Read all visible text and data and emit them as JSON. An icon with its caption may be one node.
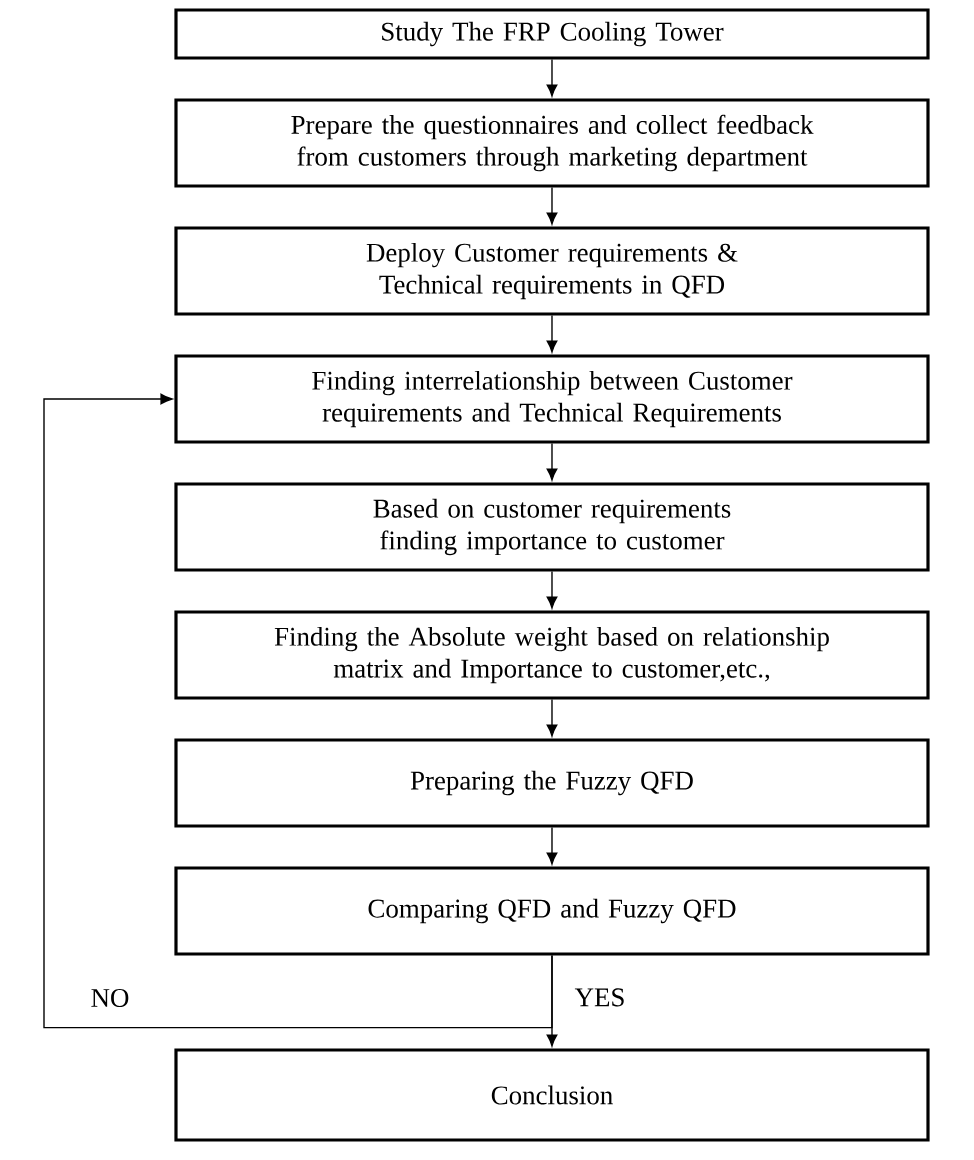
{
  "diagram": {
    "nodes": [
      {
        "text": [
          "Study The FRP Cooling Tower"
        ]
      },
      {
        "text": [
          "Prepare the questionnaires and collect feedback from customers through marketing department"
        ]
      },
      {
        "text": [
          "Deploy Customer requirements & Technical requirements in QFD"
        ]
      },
      {
        "text": [
          "Finding interrelationship between Customer requirements and Technical Requirements"
        ]
      },
      {
        "text": [
          "Based on customer requirements finding importance to customer"
        ]
      },
      {
        "text": [
          "Finding the Absolute weight based on relationship matrix and Importance to customer,etc.,"
        ]
      },
      {
        "text": [
          "Preparing  the Fuzzy QFD"
        ]
      },
      {
        "text": [
          "Comparing QFD and Fuzzy QFD"
        ]
      },
      {
        "text": [
          "Conclusion"
        ]
      }
    ],
    "edges": [
      {
        "from": 0,
        "to": 1,
        "arrow": "to"
      },
      {
        "from": 1,
        "to": 2,
        "arrow": "to"
      },
      {
        "from": 2,
        "to": 3,
        "arrow": "to"
      },
      {
        "from": 3,
        "to": 4,
        "arrow": "to"
      },
      {
        "from": 4,
        "to": 5,
        "arrow": "to"
      },
      {
        "from": 5,
        "to": 6,
        "arrow": "to"
      },
      {
        "from": 6,
        "to": 7,
        "arrow": "to"
      },
      {
        "from": 7,
        "to": 8,
        "label": "YES",
        "arrow": "to"
      },
      {
        "from": 7,
        "to": 3,
        "label": "NO",
        "arrow": "to"
      }
    ]
  }
}
